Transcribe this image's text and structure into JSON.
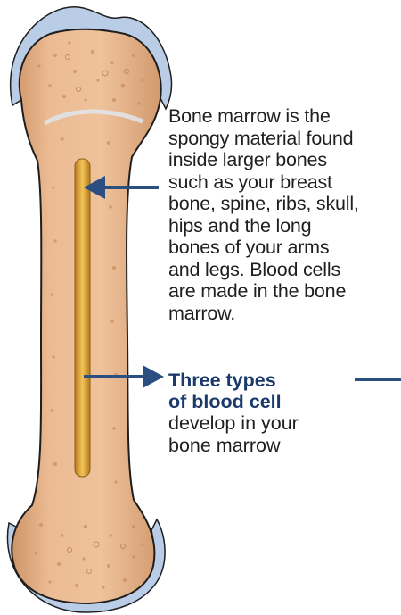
{
  "description": "Bone marrow is the\nspongy material found\ninside larger bones\nsuch as your breast\nbone, spine, ribs, skull,\nhips and the long\nbones of your arms\nand legs. Blood cells\nare made in the bone\nmarrow.",
  "blood_cell_heading": "Three types\nof blood cell",
  "blood_cell_text": "develop in your\nbone marrow",
  "colors": {
    "bone_fill": "#e8b389",
    "bone_outline": "#1e1e1e",
    "cartilage": "#b9cde6",
    "marrow_canal": "#e6b33d",
    "arrow": "#2c4f82"
  }
}
